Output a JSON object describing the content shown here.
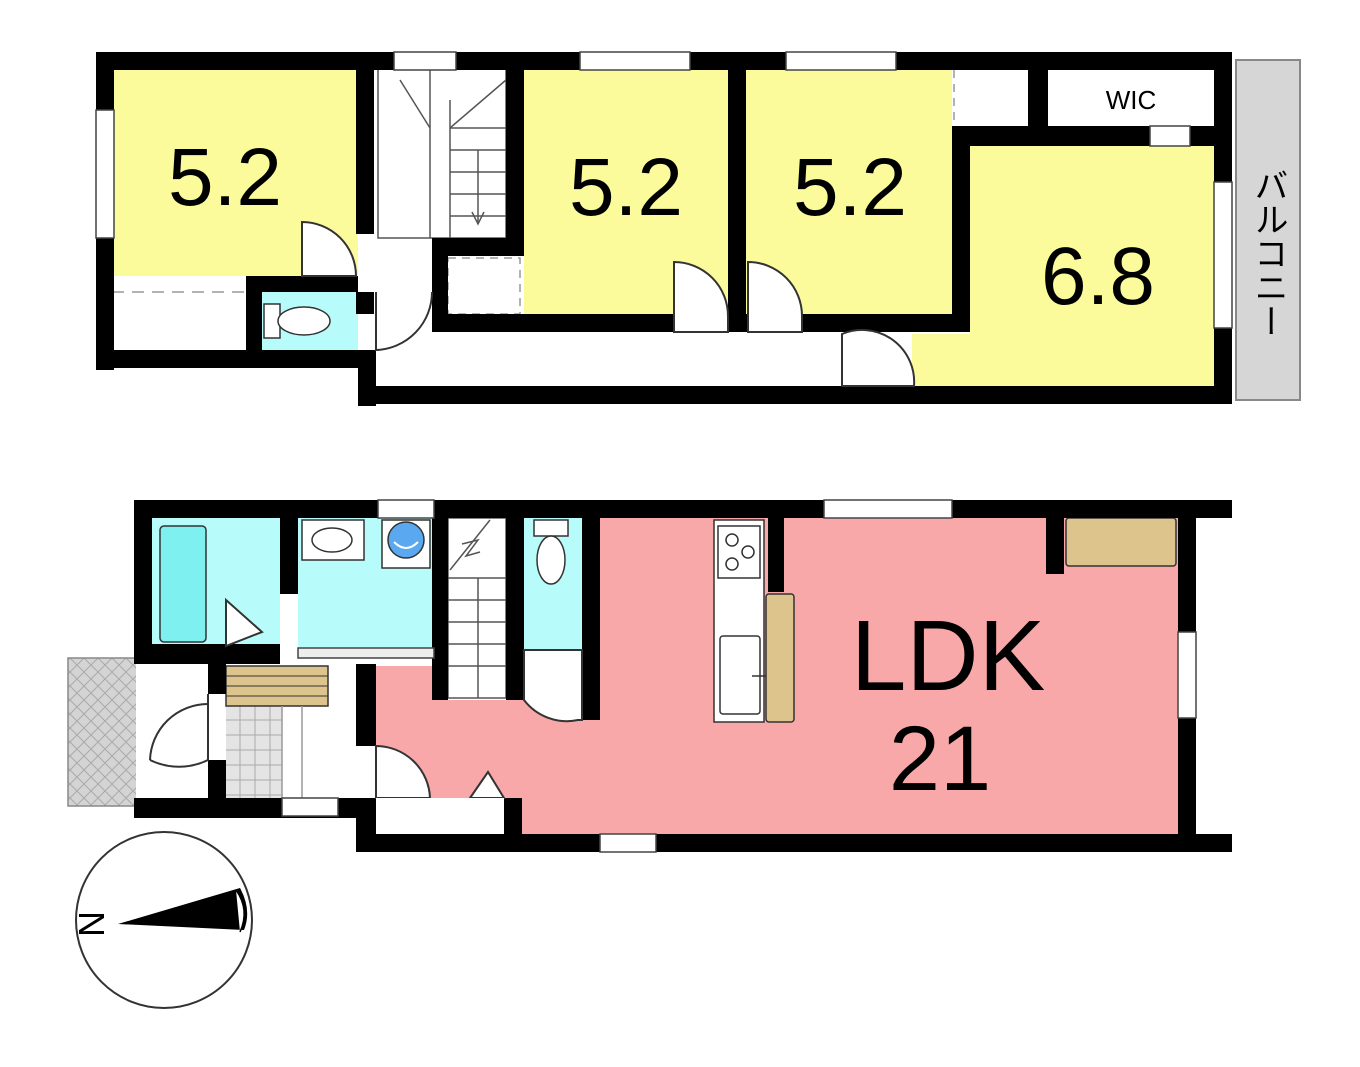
{
  "colors": {
    "bedroom": "#fbfb9c",
    "wet_area": "#b8fbfb",
    "bathtub": "#7ff0f0",
    "ldk": "#f8a8a8",
    "counter": "#dcc48c",
    "balcony": "#d6d6d6",
    "terrace": "#cfcfcf",
    "wall": "#000000",
    "white": "#ffffff"
  },
  "floor2": {
    "room_west": "5.2",
    "room_center": "5.2",
    "room_east": "5.2",
    "room_main": "6.8",
    "wic": "WIC",
    "balcony": "バルコニー"
  },
  "floor1": {
    "ldk_line1": "LDK",
    "ldk_line2": "21"
  },
  "compass": {
    "north": "N",
    "icon": "compass-icon"
  }
}
